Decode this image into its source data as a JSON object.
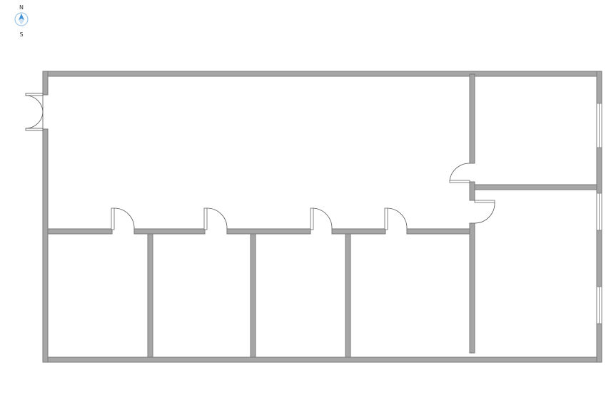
{
  "compass": {
    "north_label": "N",
    "south_label": "S"
  },
  "colors": {
    "wall_fill": "#a6a6a6",
    "wall_stroke": "#7a7a7a",
    "door_line": "#555555",
    "compass_blue": "#3d8fd6",
    "compass_ring": "#9cc6ea"
  },
  "floorplan": {
    "room_count": 7,
    "exterior_doors": 1,
    "interior_doors": 6,
    "windows": 3
  }
}
